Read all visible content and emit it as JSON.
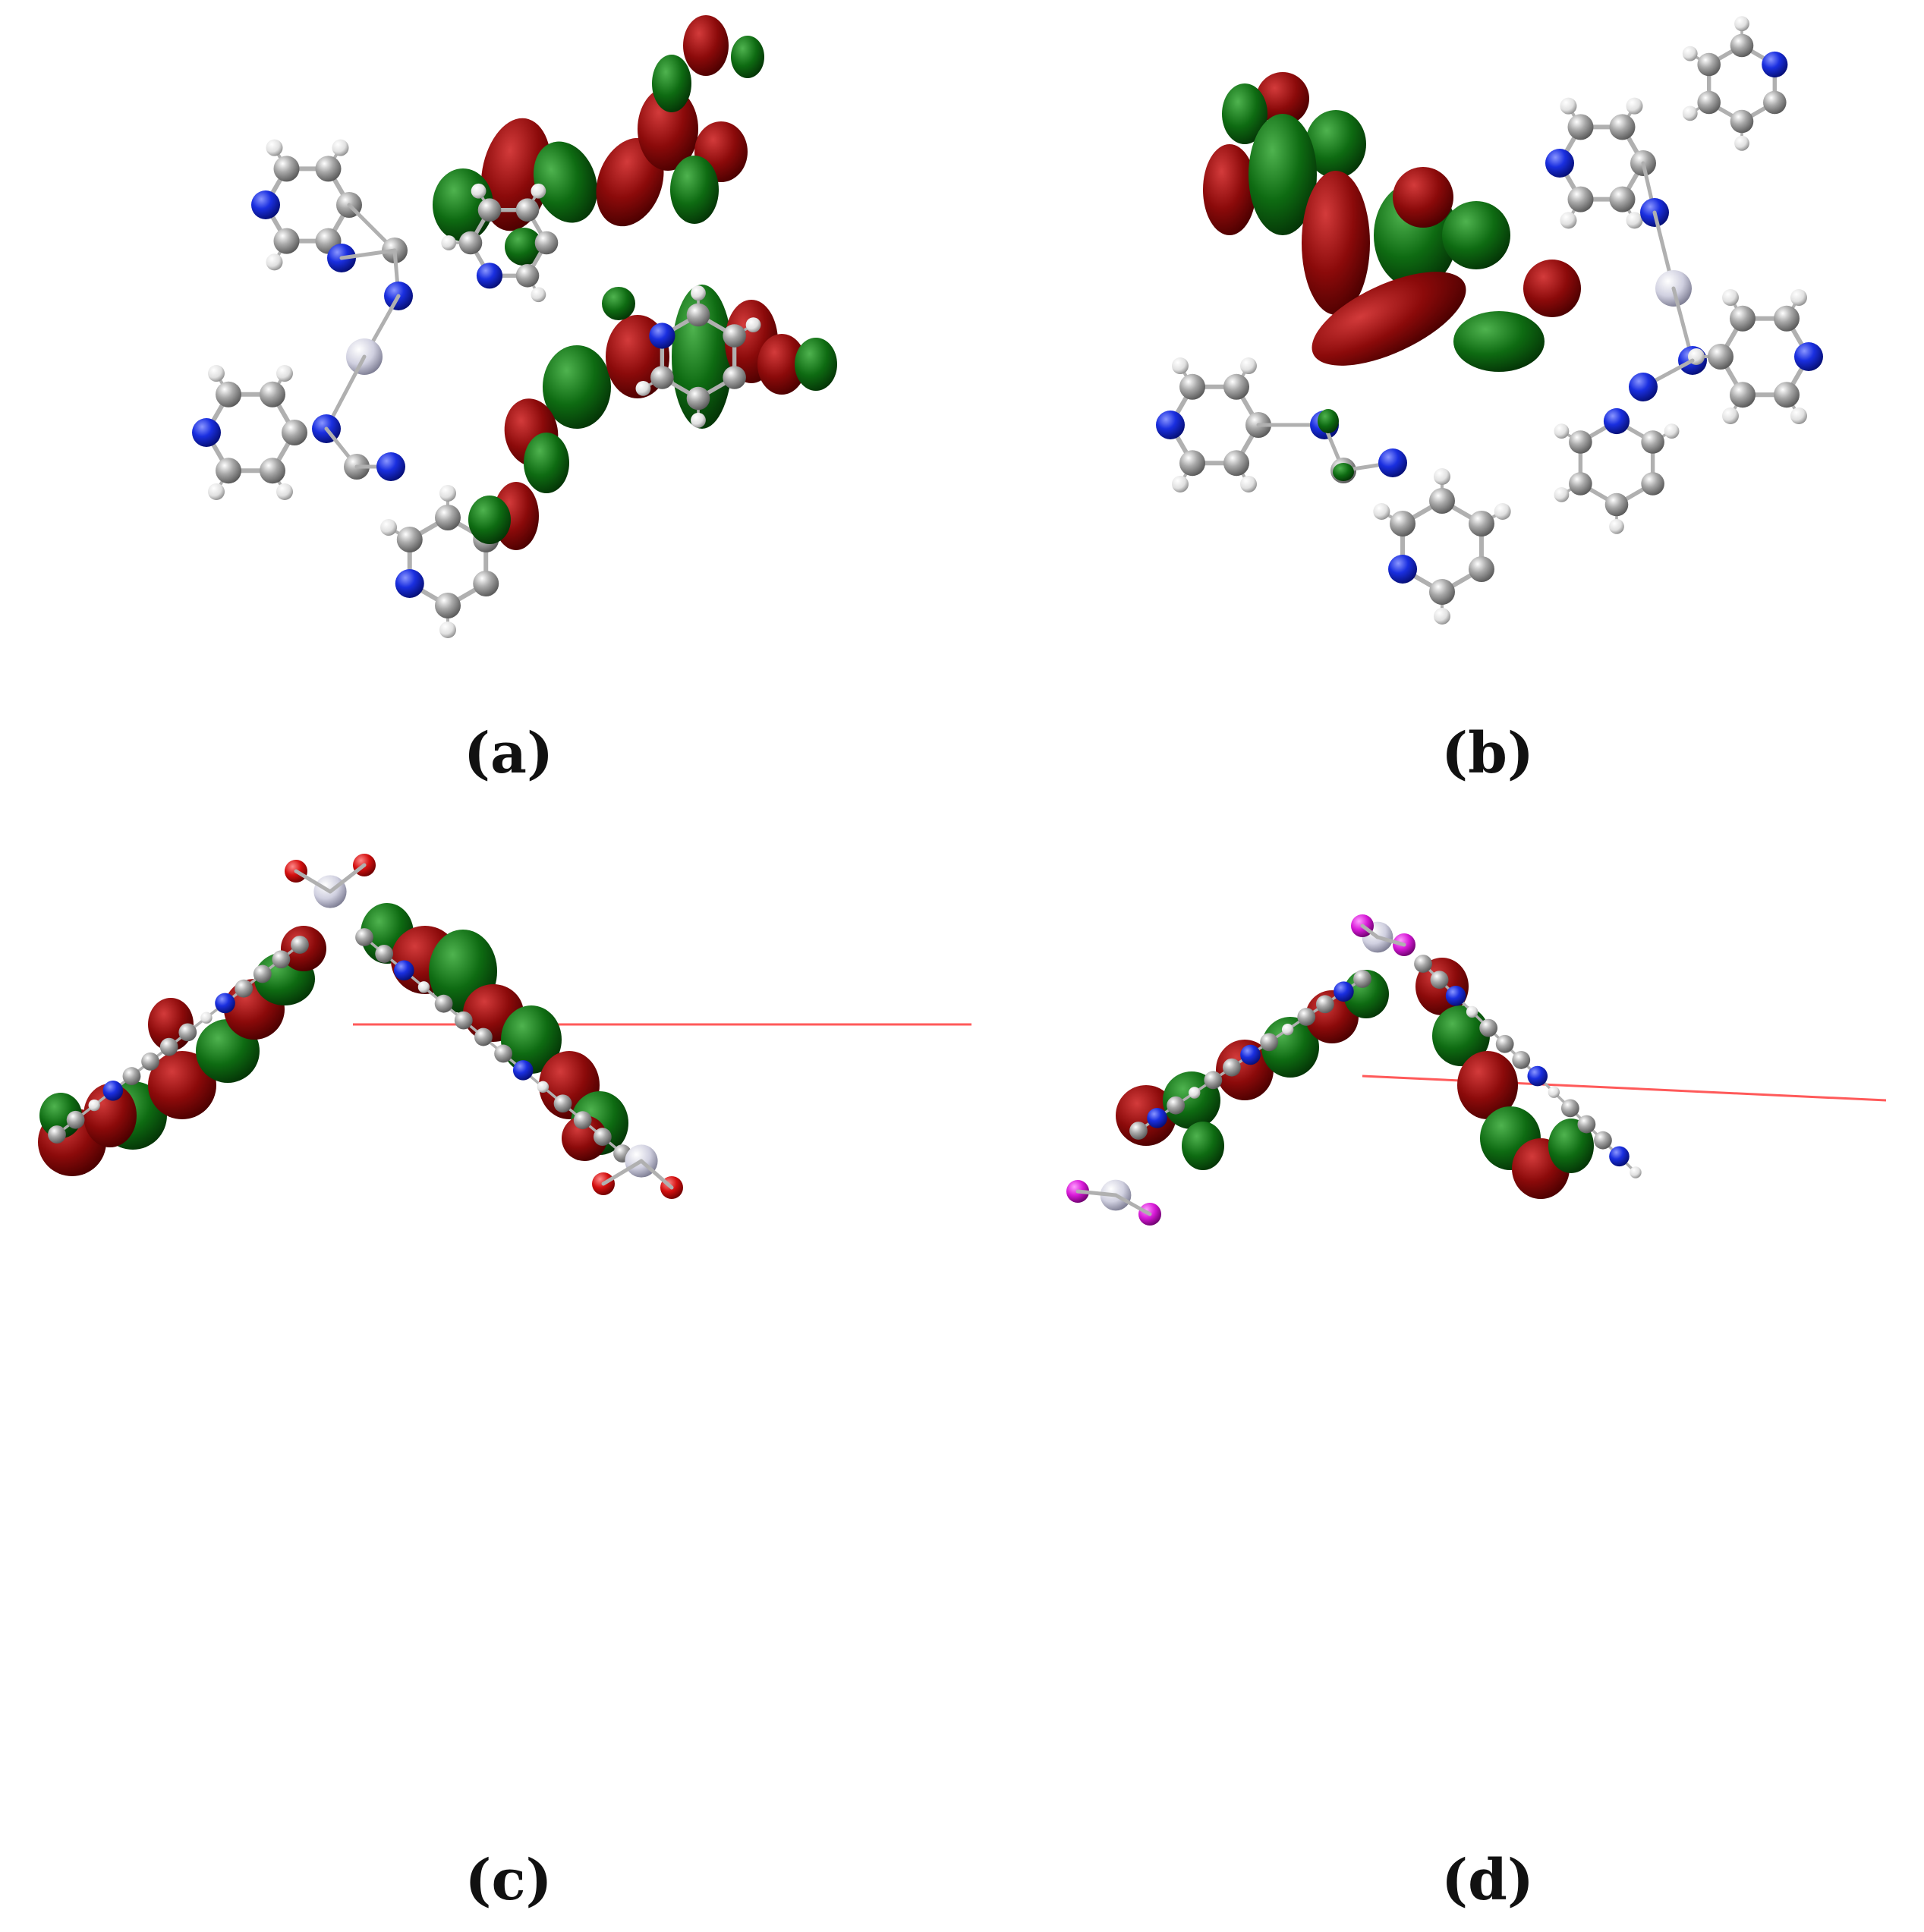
{
  "captions": {
    "a": "(a)",
    "b": "(b)",
    "c": "(c)",
    "d": "(d)"
  },
  "colors": {
    "lobe_red": "#8b0a0a",
    "lobe_green": "#0e6b12",
    "carbon": "#9a9a9a",
    "nitrogen": "#1a2fe0",
    "hydrogen": "#e6e6e6",
    "metal": "#d8d8e6",
    "oxygen": "#d41010",
    "halogen": "#d81ad8",
    "axis_line": "#ff5a5a",
    "bond": "#b0b0b0"
  },
  "icons": [
    "molecular-orbital-lobe",
    "atom-sphere",
    "bond-line",
    "reference-axis-line"
  ]
}
